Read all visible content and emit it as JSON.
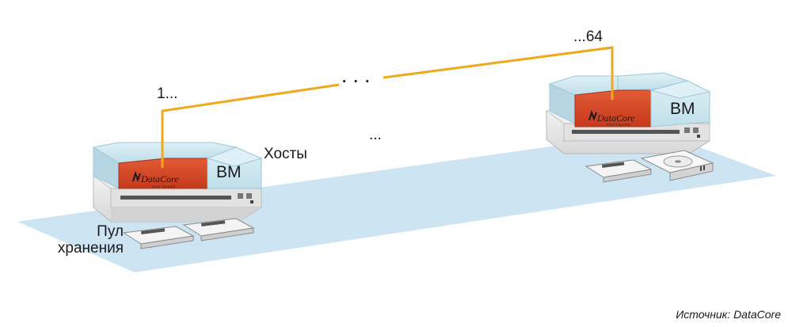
{
  "labels": {
    "range_start": "1...",
    "range_end": "...64",
    "link_ellipsis": ". . .",
    "middle_ellipsis": "...",
    "hosts": "Хосты",
    "vm_left": "ВМ",
    "vm_right": "ВМ",
    "pool_line1": "Пул",
    "pool_line2": "хранения",
    "source": "Источник: DataCore"
  },
  "logo": {
    "brand": "DataCore",
    "tagline": "SOFTWARE"
  },
  "colors": {
    "pool": "#cde4f3",
    "vm_box": "#cbe6ef",
    "datacore_box": "#d94a2a",
    "link_line": "#f0a81c",
    "server": "#e4e4e4"
  }
}
